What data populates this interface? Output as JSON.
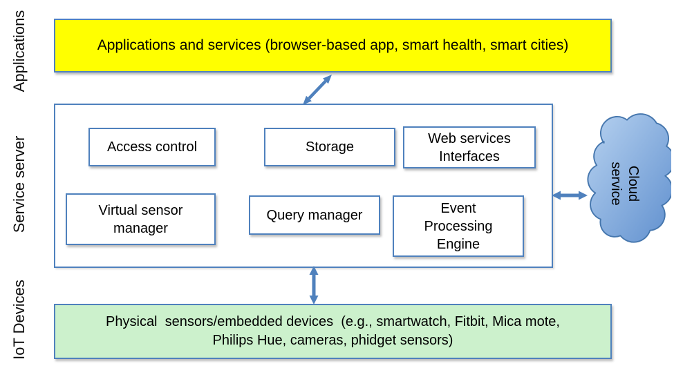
{
  "layer_labels": {
    "applications": "Applications",
    "service_server": "Service server",
    "iot_devices": "IoT Devices"
  },
  "applications_box": {
    "text": "Applications and services (browser-based app, smart health, smart cities)"
  },
  "service_server": {
    "components": [
      {
        "label": "Access control"
      },
      {
        "label": "Storage"
      },
      {
        "label": "Web services Interfaces"
      },
      {
        "label": "Virtual sensor manager"
      },
      {
        "label": "Query manager"
      },
      {
        "label": "Event Processing Engine"
      }
    ]
  },
  "iot_devices_box": {
    "lines": [
      "Physical  sensors/embedded devices  (e.g., smartwatch, Fitbit, Mica mote,",
      "Philips Hue, cameras, phidget sensors)"
    ]
  },
  "cloud": {
    "lines": [
      "Cloud",
      "service"
    ]
  },
  "colors": {
    "border_blue": "#4f81bd",
    "arrow_blue": "#4f81bd",
    "apps_fill": "#ffff00",
    "iot_fill": "#ccf1cc",
    "cloud_light": "#b7d2f0",
    "cloud_dark": "#5f8fce",
    "cloud_stroke": "#4576ad"
  }
}
